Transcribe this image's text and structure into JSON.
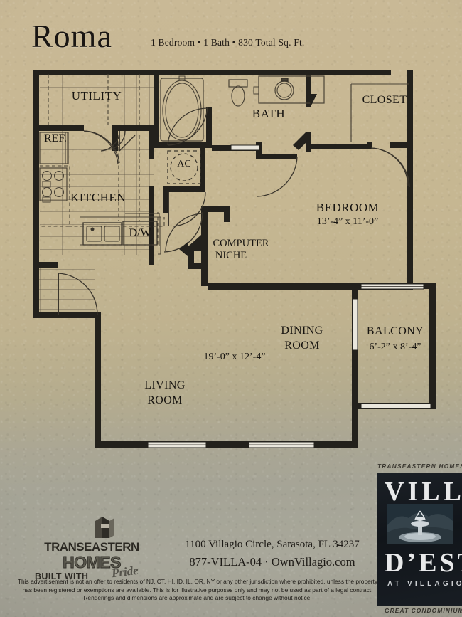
{
  "header": {
    "title": "Roma",
    "subtitle": "1 Bedroom • 1 Bath • 830 Total Sq. Ft."
  },
  "plan": {
    "rooms": [
      {
        "name": "utility",
        "label": "UTILITY",
        "dims": ""
      },
      {
        "name": "refrigerator",
        "label": "REF.",
        "dims": ""
      },
      {
        "name": "kitchen",
        "label": "KITCHEN",
        "dims": ""
      },
      {
        "name": "dishwasher",
        "label": "D/W",
        "dims": ""
      },
      {
        "name": "ac-closet",
        "label": "AC",
        "dims": ""
      },
      {
        "name": "bath",
        "label": "BATH",
        "dims": ""
      },
      {
        "name": "closet",
        "label": "CLOSET",
        "dims": ""
      },
      {
        "name": "bedroom",
        "label": "BEDROOM",
        "dims": "13’-4” x 11’-0”"
      },
      {
        "name": "computer-niche",
        "label": "COMPUTER",
        "dims": "NICHE"
      },
      {
        "name": "dining-room",
        "label": "DINING",
        "dims": "ROOM"
      },
      {
        "name": "living-room",
        "label": "LIVING",
        "dims": "ROOM"
      },
      {
        "name": "living-dining-dimension",
        "label": "19’-0” x 12’-4”",
        "dims": ""
      },
      {
        "name": "balcony",
        "label": "BALCONY",
        "dims": "6’-2” x 8’-4”"
      }
    ],
    "labels": {
      "utility": "UTILITY",
      "ref": "REF.",
      "kitchen": "KITCHEN",
      "dw": "D/W",
      "ac": "AC",
      "bath": "BATH",
      "closet": "CLOSET",
      "bedroom": "BEDROOM",
      "bedroom_dims": "13’-4” x 11’-0”",
      "computer": "COMPUTER",
      "niche": "NICHE",
      "dining": "DINING",
      "dining2": "ROOM",
      "living": "LIVING",
      "living2": "ROOM",
      "living_dims": "19’-0” x 12’-4”",
      "balcony": "BALCONY",
      "balcony_dims": "6’-2” x 8’-4”"
    }
  },
  "footer": {
    "address": "1100 Villagio Circle, Sarasota, FL 34237",
    "contact": "877-VILLA-04 · OwnVillagio.com",
    "disclaimer": "This advertisement is not an offer to residents of  NJ, CT, HI, ID, IL, OR, NY  or any other jurisdiction where prohibited, unless the property  has been registered or exemptions are available. This is for illustrative purposes only and may not be used as part of a legal contract. Renderings and dimensions are approximate and are subject to change without notice.",
    "builder_logo": {
      "name": "TRANSEASTERN",
      "homes": "HOMES",
      "built_with": "BUILT WITH",
      "pride": "Pride"
    },
    "community_logo": {
      "top": "TRANSEASTERN HOMES",
      "villa": "VILLA",
      "deste": "D’ESTE",
      "at": "AT VILLAGIO",
      "tagline": "GREAT CONDOMINIUM"
    }
  },
  "colors": {
    "paper_warm": "#c9b996",
    "paper_cool": "#a5a496",
    "wall": "#23211c",
    "ink": "#1a1613",
    "logo_dark": "#14191f"
  }
}
